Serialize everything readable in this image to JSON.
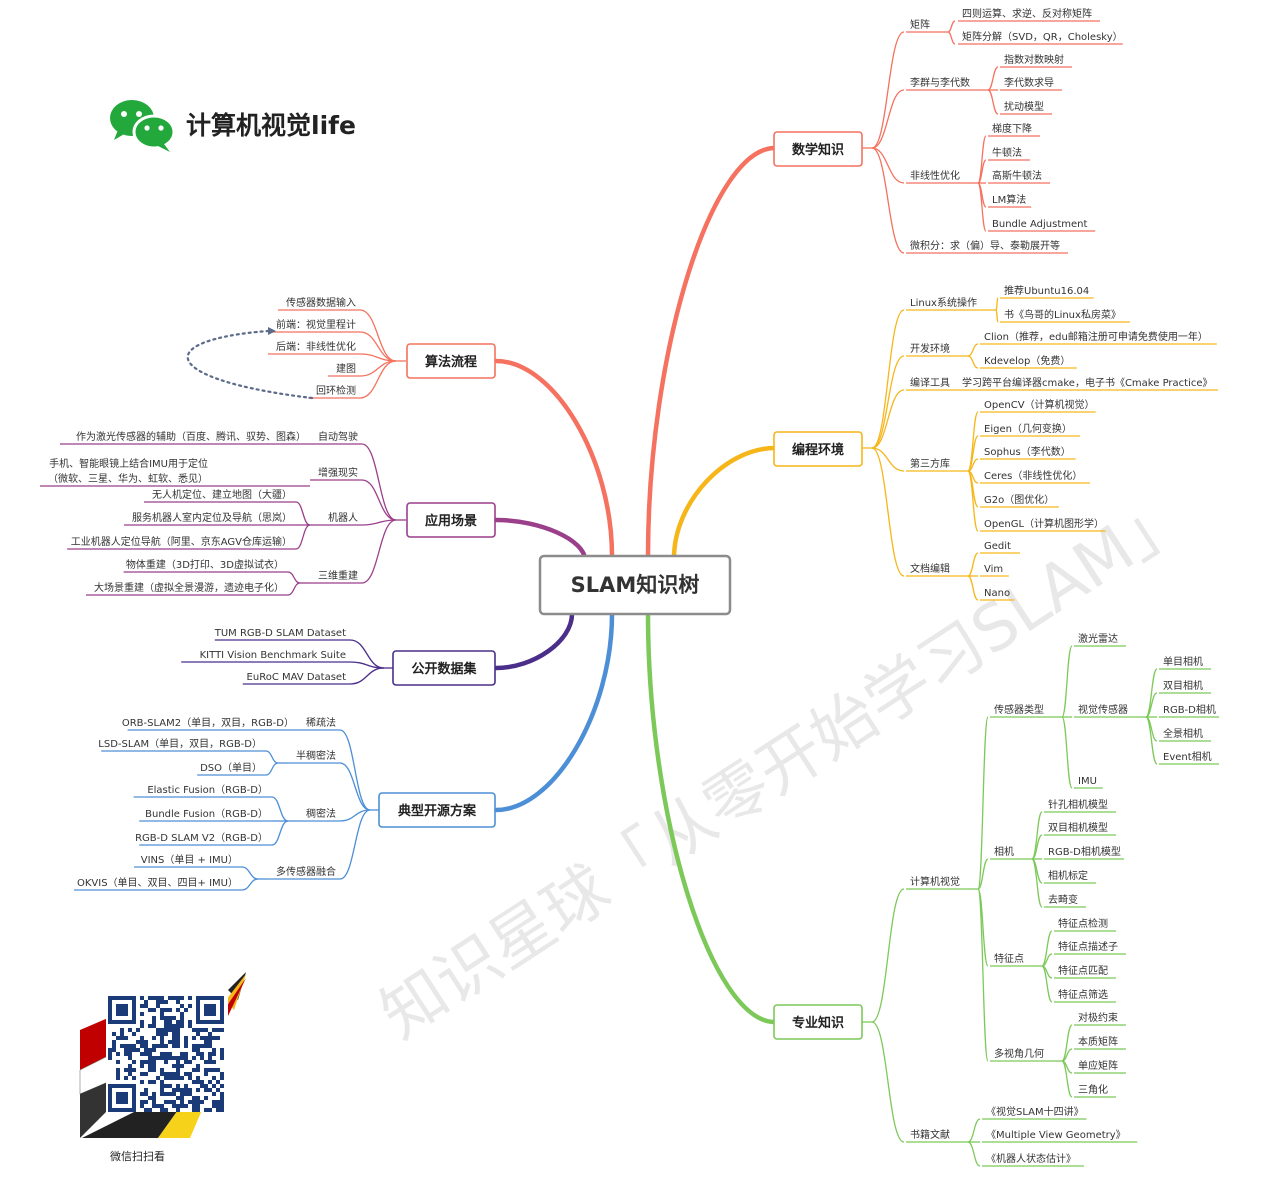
{
  "brand": {
    "title": "计算机视觉life",
    "scan_label": "微信扫扫看"
  },
  "watermark": "知识星球「从零开始学习SLAM」",
  "root": "SLAM知识树",
  "colors": {
    "math": "#f4725f",
    "env": "#f6b61a",
    "pro": "#7cc95a",
    "algo": "#f4725f",
    "app": "#9b3f8a",
    "data": "#4b2e8a",
    "open": "#4d8fd6",
    "root_border": "#8c8c8c"
  },
  "branches": {
    "math": {
      "label": "数学知识",
      "children": [
        {
          "label": "矩阵",
          "children": [
            "四则运算、求逆、反对称矩阵",
            "矩阵分解（SVD，QR，Cholesky）"
          ]
        },
        {
          "label": "李群与李代数",
          "children": [
            "指数对数映射",
            "李代数求导",
            "扰动模型"
          ]
        },
        {
          "label": "非线性优化",
          "children": [
            "梯度下降",
            "牛顿法",
            "高斯牛顿法",
            "LM算法",
            "Bundle Adjustment"
          ]
        },
        {
          "label": "微积分：求（偏）导、泰勒展开等",
          "children": []
        }
      ]
    },
    "env": {
      "label": "编程环境",
      "children": [
        {
          "label": "Linux系统操作",
          "children": [
            "推荐Ubuntu16.04",
            "书《鸟哥的Linux私房菜》"
          ]
        },
        {
          "label": "开发环境",
          "children": [
            "Clion（推荐，edu邮箱注册可申请免费使用一年）",
            "Kdevelop（免费）"
          ]
        },
        {
          "label": "编译工具",
          "children": [
            "学习跨平台编译器cmake，电子书《Cmake Practice》"
          ]
        },
        {
          "label": "第三方库",
          "children": [
            "OpenCV（计算机视觉）",
            "Eigen（几何变换）",
            "Sophus（李代数）",
            "Ceres（非线性优化）",
            "G2o（图优化）",
            "OpenGL（计算机图形学）"
          ]
        },
        {
          "label": "文档编辑",
          "children": [
            "Gedit",
            "Vim",
            "Nano"
          ]
        }
      ]
    },
    "pro": {
      "label": "专业知识",
      "children": [
        {
          "label": "计算机视觉",
          "children": [
            {
              "label": "传感器类型",
              "children": [
                {
                  "label": "激光雷达",
                  "children": []
                },
                {
                  "label": "视觉传感器",
                  "children": [
                    "单目相机",
                    "双目相机",
                    "RGB-D相机",
                    "全景相机",
                    "Event相机"
                  ]
                },
                {
                  "label": "IMU",
                  "children": []
                }
              ]
            },
            {
              "label": "相机",
              "children": [
                "针孔相机模型",
                "双目相机模型",
                "RGB-D相机模型",
                "相机标定",
                "去畸变"
              ]
            },
            {
              "label": "特征点",
              "children": [
                "特征点检测",
                "特征点描述子",
                "特征点匹配",
                "特征点筛选"
              ]
            },
            {
              "label": "多视角几何",
              "children": [
                "对极约束",
                "本质矩阵",
                "单应矩阵",
                "三角化"
              ]
            }
          ]
        },
        {
          "label": "书籍文献",
          "children": [
            "《视觉SLAM十四讲》",
            "《Multiple View Geometry》",
            "《机器人状态估计》"
          ]
        }
      ]
    },
    "algo": {
      "label": "算法流程",
      "children": [
        "传感器数据输入",
        "前端：视觉里程计",
        "后端：非线性优化",
        "建图",
        "回环检测"
      ]
    },
    "app": {
      "label": "应用场景",
      "children": [
        {
          "label": "自动驾驶",
          "children": [
            "作为激光传感器的辅助（百度、腾讯、驭势、图森）"
          ]
        },
        {
          "label": "增强现实",
          "children": [
            "手机、智能眼镜上结合IMU用于定位",
            "（微软、三星、华为、虹软、悉见）"
          ]
        },
        {
          "label": "机器人",
          "children": [
            "无人机定位、建立地图（大疆）",
            "服务机器人室内定位及导航（思岚）",
            "工业机器人定位导航（阿里、京东AGV仓库运输）"
          ]
        },
        {
          "label": "三维重建",
          "children": [
            "物体重建（3D打印、3D虚拟试衣）",
            "大场景重建（虚拟全景漫游，遗迹电子化）"
          ]
        }
      ]
    },
    "data": {
      "label": "公开数据集",
      "children": [
        "TUM RGB-D SLAM Dataset",
        "KITTI Vision Benchmark Suite",
        "EuRoC MAV Dataset"
      ]
    },
    "open": {
      "label": "典型开源方案",
      "children": [
        {
          "label": "稀疏法",
          "children": [
            "ORB-SLAM2（单目，双目，RGB-D）"
          ]
        },
        {
          "label": "半稠密法",
          "children": [
            "LSD-SLAM（单目，双目，RGB-D）",
            "DSO（单目）"
          ]
        },
        {
          "label": "稠密法",
          "children": [
            "Elastic Fusion（RGB-D）",
            "Bundle Fusion（RGB-D）",
            "RGB-D SLAM V2（RGB-D）"
          ]
        },
        {
          "label": "多传感器融合",
          "children": [
            "VINS（单目 + IMU）",
            "OKVIS（单目、双目、四目+ IMU）"
          ]
        }
      ]
    }
  }
}
